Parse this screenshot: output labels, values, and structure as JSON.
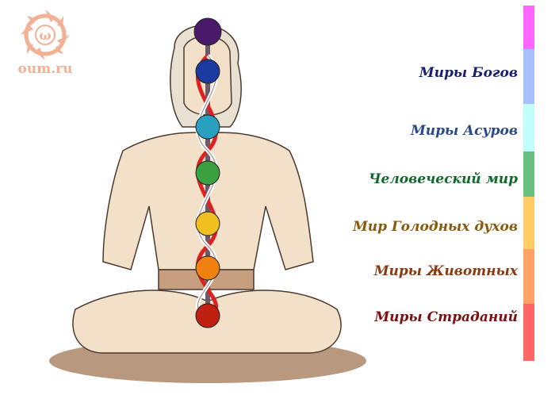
{
  "logo": {
    "text": "oum.ru",
    "icon": "lotus-om-logo",
    "color": "#f2b094"
  },
  "worlds": [
    {
      "label": "Миры Богов",
      "color": "#1a2070"
    },
    {
      "label": "Миры Асуров",
      "color": "#2a4a8a"
    },
    {
      "label": "Человеческий мир",
      "color": "#0f6a2a"
    },
    {
      "label": "Мир Голодных духов",
      "color": "#8a5a0a"
    },
    {
      "label": "Миры Животных",
      "color": "#8a3a10"
    },
    {
      "label": "Миры Страданий",
      "color": "#7a1010"
    }
  ],
  "color_bar": [
    "#ff66ff",
    "#a6bfff",
    "#c0fdfb",
    "#66c080",
    "#ffcc66",
    "#ffa066",
    "#ff6666"
  ],
  "chakras": [
    "#4a1a6a",
    "#1a3aa0",
    "#2aa0c0",
    "#3aa040",
    "#f0c020",
    "#f08010",
    "#c02010"
  ]
}
